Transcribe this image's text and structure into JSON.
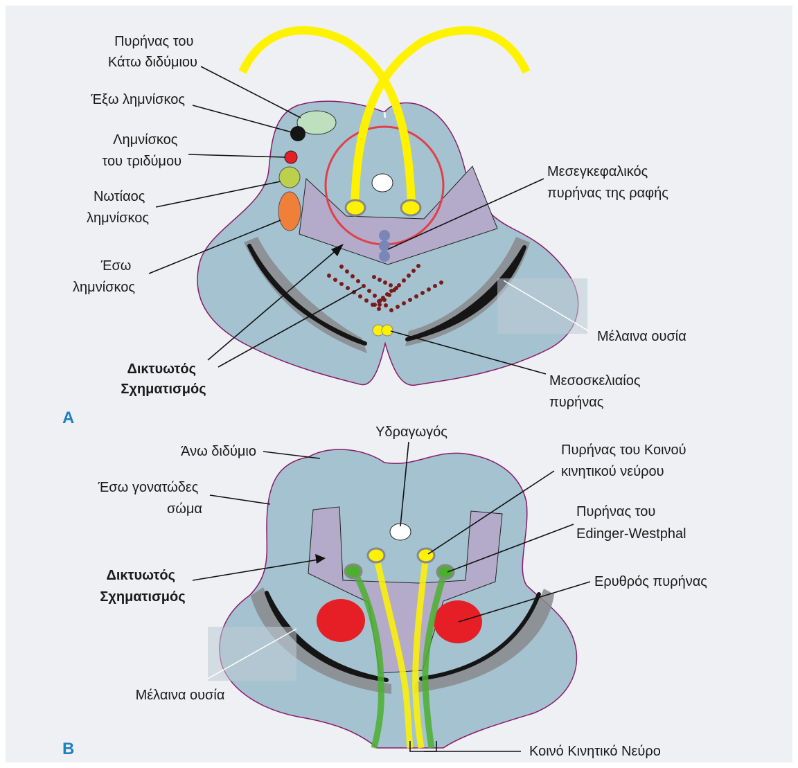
{
  "panel_a": {
    "letter": "A",
    "labels": {
      "inferior_colliculus_nucleus": [
        "Πυρήνας του",
        "Κάτω διδύμιου"
      ],
      "lateral_lemniscus": [
        "Έξω λημνίσκος"
      ],
      "trigeminal_lemniscus": [
        "Λημνίσκος",
        "του τριδύμου"
      ],
      "spinal_lemniscus": [
        "Νωτίαος",
        "λημνίσκος"
      ],
      "medial_lemniscus": [
        "Έσω",
        "λημνίσκος"
      ],
      "reticular_formation": [
        "Δικτυωτός",
        "Σχηματισμός"
      ],
      "raphe_nucleus": [
        "Μεσεγκεφαλικός",
        "πυρήνας της ραφής"
      ],
      "substantia_nigra": [
        "Μέλαινα ουσία"
      ],
      "interpeduncular_nucleus": [
        "Μεσοσκελιαίος",
        "πυρήνας"
      ]
    }
  },
  "panel_b": {
    "letter": "B",
    "labels": {
      "aqueduct": [
        "Υδραγωγός"
      ],
      "superior_colliculus": [
        "Άνω διδύμιο"
      ],
      "medial_geniculate": [
        "Έσω γονατώδες",
        "σώμα"
      ],
      "reticular_formation": [
        "Δικτυωτός",
        "Σχηματισμός"
      ],
      "oculomotor_nucleus": [
        "Πυρήνας του Κοινού",
        "κινητικού νεύρου"
      ],
      "edinger_westphal": [
        "Πυρήνας του",
        "Edinger-Westphal"
      ],
      "red_nucleus": [
        "Ερυθρός πυρήνας"
      ],
      "substantia_nigra": [
        "Μέλαινα ουσία"
      ],
      "oculomotor_nerve": [
        "Κοινό Κινητικό Νεύρο"
      ]
    }
  },
  "colors": {
    "background": "#eef0f3",
    "midbrain": "#a4c2cf",
    "outline": "#8b1a6b",
    "reticular": "#b3abc9",
    "nigra_dark": "#151515",
    "nigra_shadow": "#888a8c",
    "yellow_tract": "#fff200",
    "red_nucleus": "#e61e25",
    "green_tract": "#4caf2f",
    "raphe": "#7a86b8",
    "dots": "#7a1a1a"
  }
}
